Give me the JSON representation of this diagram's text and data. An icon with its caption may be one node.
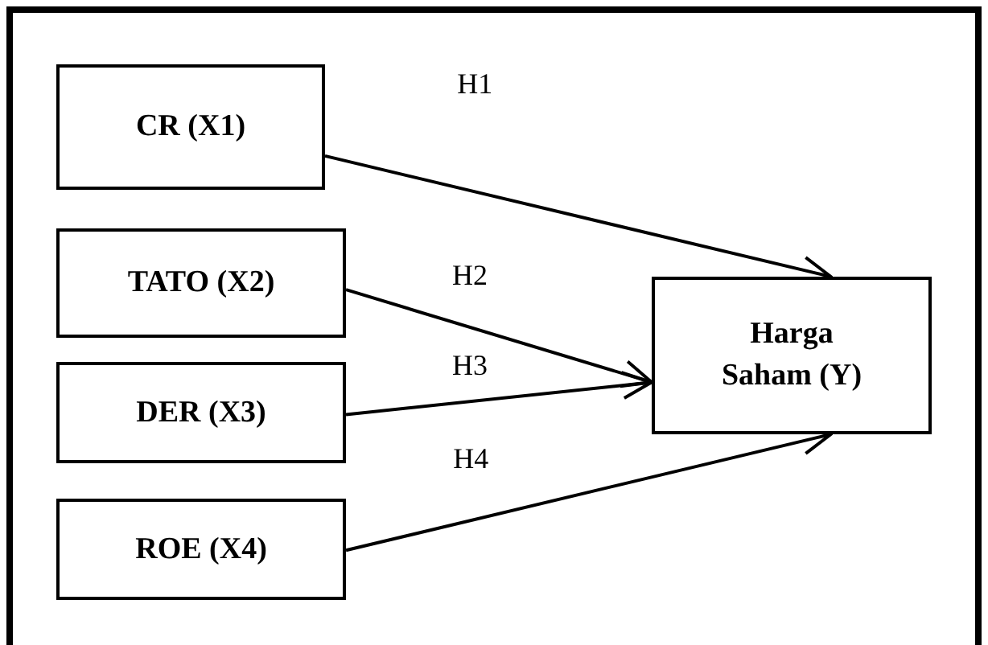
{
  "diagram": {
    "nodes": [
      {
        "text": [
          "CR (X1)"
        ]
      },
      {
        "text": [
          "TATO (X2)"
        ]
      },
      {
        "text": [
          "DER (X3)"
        ]
      },
      {
        "text": [
          "ROE (X4)"
        ]
      },
      {
        "text": [
          "Harga Saham (Y)"
        ]
      }
    ],
    "edges": [
      {
        "from": 0,
        "to": 4,
        "arrow": "to",
        "label": "H1"
      },
      {
        "from": 1,
        "to": 4,
        "arrow": "to",
        "label": "H2"
      },
      {
        "from": 2,
        "to": 4,
        "arrow": "to",
        "label": "H3"
      },
      {
        "from": 3,
        "to": 4,
        "arrow": "to",
        "label": "H4"
      }
    ]
  }
}
